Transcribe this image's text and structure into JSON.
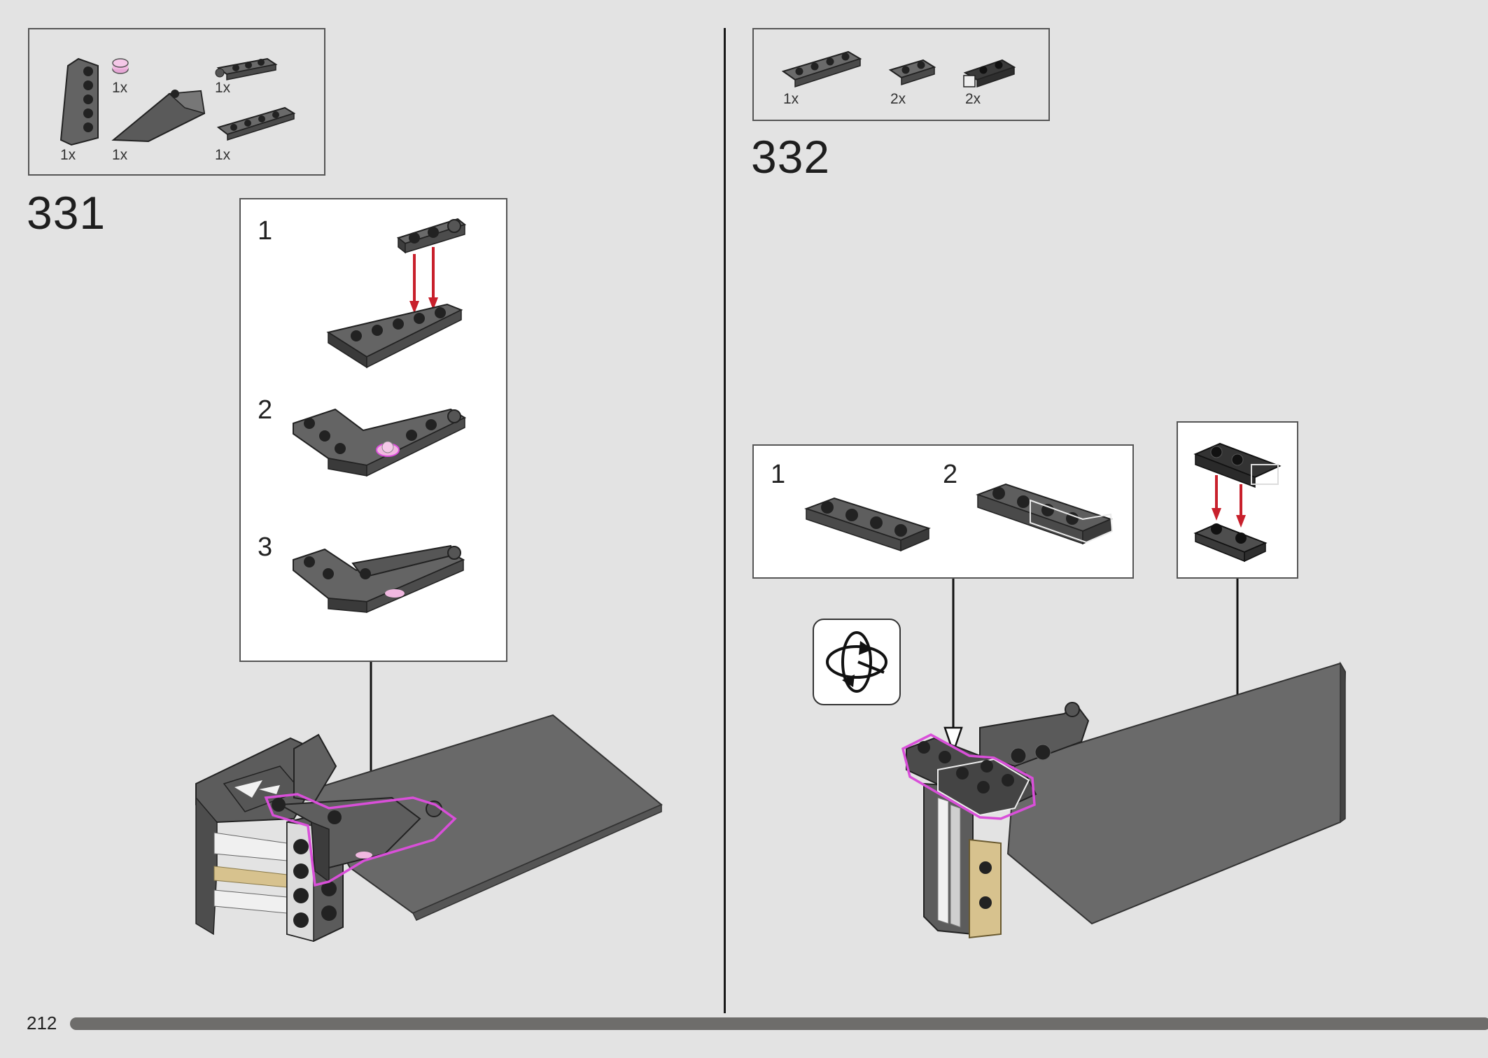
{
  "page": {
    "number": "212",
    "progress": 0.97
  },
  "step_331": {
    "number": "331",
    "parts": [
      {
        "name": "wedge-plate-left",
        "qty": "1x",
        "color": "#636363"
      },
      {
        "name": "round-plate-pink",
        "qty": "1x",
        "color": "#f0b8e0"
      },
      {
        "name": "slope-wedge",
        "qty": "1x",
        "color": "#636363"
      },
      {
        "name": "hinge-plate-1x3",
        "qty": "1x",
        "color": "#636363"
      },
      {
        "name": "plate-1x4",
        "qty": "1x",
        "color": "#636363"
      }
    ],
    "substeps": [
      "1",
      "2",
      "3"
    ]
  },
  "step_332": {
    "number": "332",
    "parts": [
      {
        "name": "plate-1x4",
        "qty": "1x",
        "color": "#636363"
      },
      {
        "name": "plate-1x2",
        "qty": "2x",
        "color": "#636363"
      },
      {
        "name": "hinge-plate-1x2",
        "qty": "2x",
        "color": "#3a3a3a"
      }
    ],
    "substeps": [
      "1",
      "2"
    ],
    "rotate_icon": "rotate-model-icon"
  },
  "colors": {
    "background": "#e3e3e3",
    "brick_dark": "#636363",
    "brick_black": "#2a2a2a",
    "highlight": "#d94fd9",
    "arrow_red": "#c8202c",
    "tan": "#d7c28e"
  }
}
